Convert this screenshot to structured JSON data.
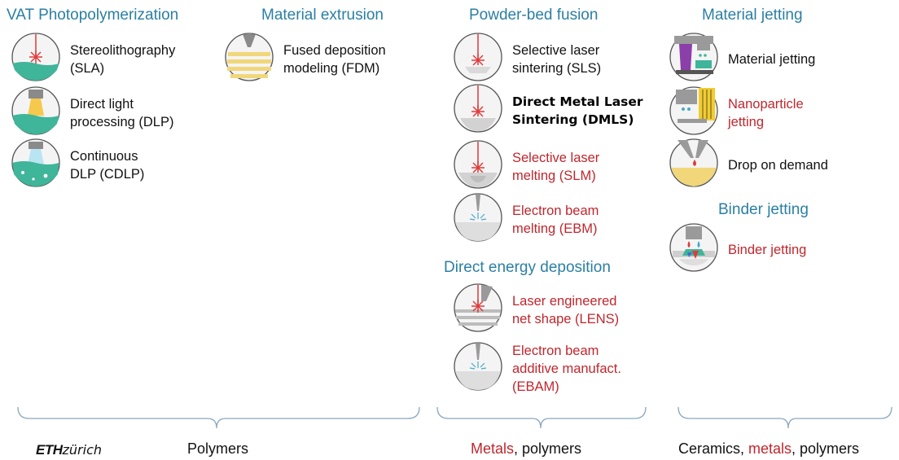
{
  "colors": {
    "heading": "#2b7fa3",
    "red": "#c0262d",
    "text": "#111111",
    "brace": "#8aa7bf"
  },
  "categories": {
    "vat": "VAT Photopolymerization",
    "extrusion": "Material extrusion",
    "powder": "Powder-bed fusion",
    "jetting": "Material jetting",
    "binder": "Binder jetting",
    "ded": "Direct energy deposition"
  },
  "items": {
    "sla": {
      "label": "Stereolithography\n(SLA)",
      "icon": "laser-resin-vat-icon"
    },
    "dlp": {
      "label": "Direct light\nprocessing (DLP)",
      "icon": "projector-resin-vat-icon"
    },
    "cdlp": {
      "label": "Continuous\nDLP (CDLP)",
      "icon": "continuous-projector-vat-icon"
    },
    "fdm": {
      "label": "Fused deposition\nmodeling (FDM)",
      "icon": "nozzle-layers-icon"
    },
    "sls": {
      "label": "Selective laser\nsintering (SLS)",
      "icon": "laser-powder-bed-icon"
    },
    "dmls": {
      "label": "Direct Metal Laser\nSintering (DMLS)",
      "icon": "laser-metal-powder-icon"
    },
    "slm": {
      "label": "Selective laser\nmelting (SLM)",
      "icon": "laser-melting-icon"
    },
    "ebm": {
      "label": "Electron beam\nmelting (EBM)",
      "icon": "electron-beam-bed-icon"
    },
    "lens": {
      "label": "Laser engineered\nnet shape (LENS)",
      "icon": "laser-deposition-icon"
    },
    "ebam": {
      "label": "Electron beam\nadditive manufact.\n(EBAM)",
      "icon": "electron-beam-deposition-icon"
    },
    "mj": {
      "label": "Material jetting",
      "icon": "jetting-head-icon"
    },
    "npj": {
      "label": "Nanoparticle\njetting",
      "icon": "nanoparticle-jet-icon"
    },
    "dod": {
      "label": "Drop on demand",
      "icon": "droplet-dispense-icon"
    },
    "bj": {
      "label": "Binder jetting",
      "icon": "binder-jet-icon"
    }
  },
  "footer": {
    "logo_bold": "ETH",
    "logo_rest": "zürich",
    "polymers": "Polymers",
    "metals_red": "Metals",
    "metals_rest": ", polymers",
    "ceramics_a": "Ceramics, ",
    "ceramics_red": "metals",
    "ceramics_b": ", polymers"
  }
}
